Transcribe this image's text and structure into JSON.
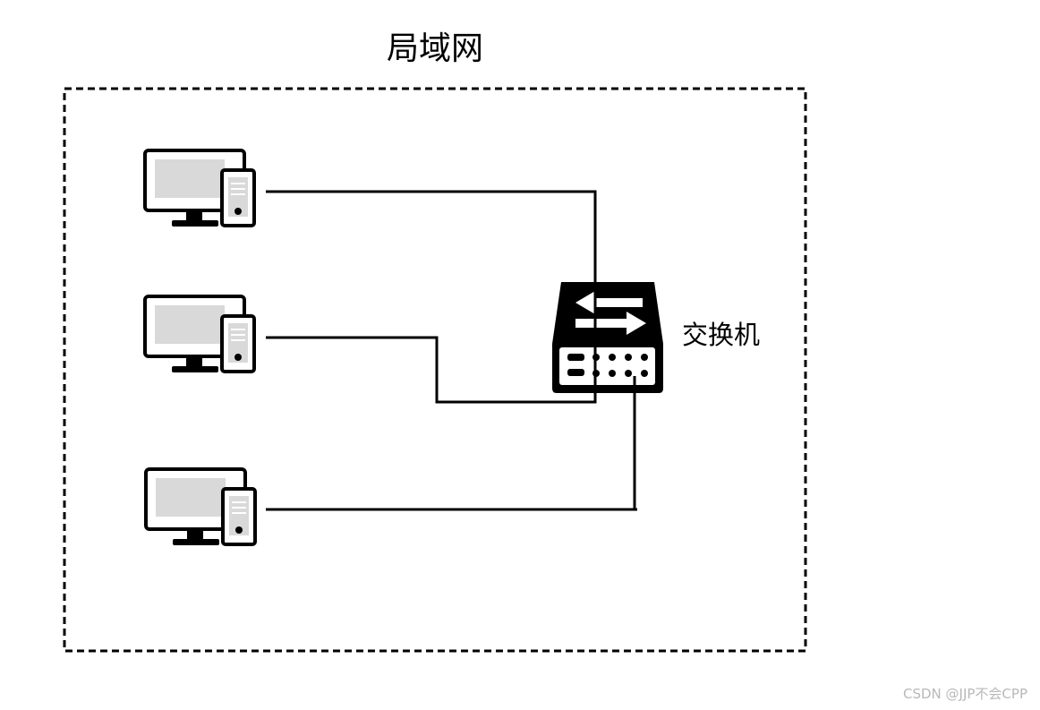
{
  "diagram": {
    "title": "局域网",
    "switch_label": "交换机",
    "nodes": [
      {
        "id": "computer-1",
        "type": "computer"
      },
      {
        "id": "computer-2",
        "type": "computer"
      },
      {
        "id": "computer-3",
        "type": "computer"
      },
      {
        "id": "switch",
        "type": "switch"
      }
    ],
    "connections": [
      {
        "from": "computer-1",
        "to": "switch"
      },
      {
        "from": "computer-2",
        "to": "switch"
      },
      {
        "from": "computer-3",
        "to": "switch"
      }
    ]
  },
  "watermark": "CSDN @JJP不会CPP"
}
